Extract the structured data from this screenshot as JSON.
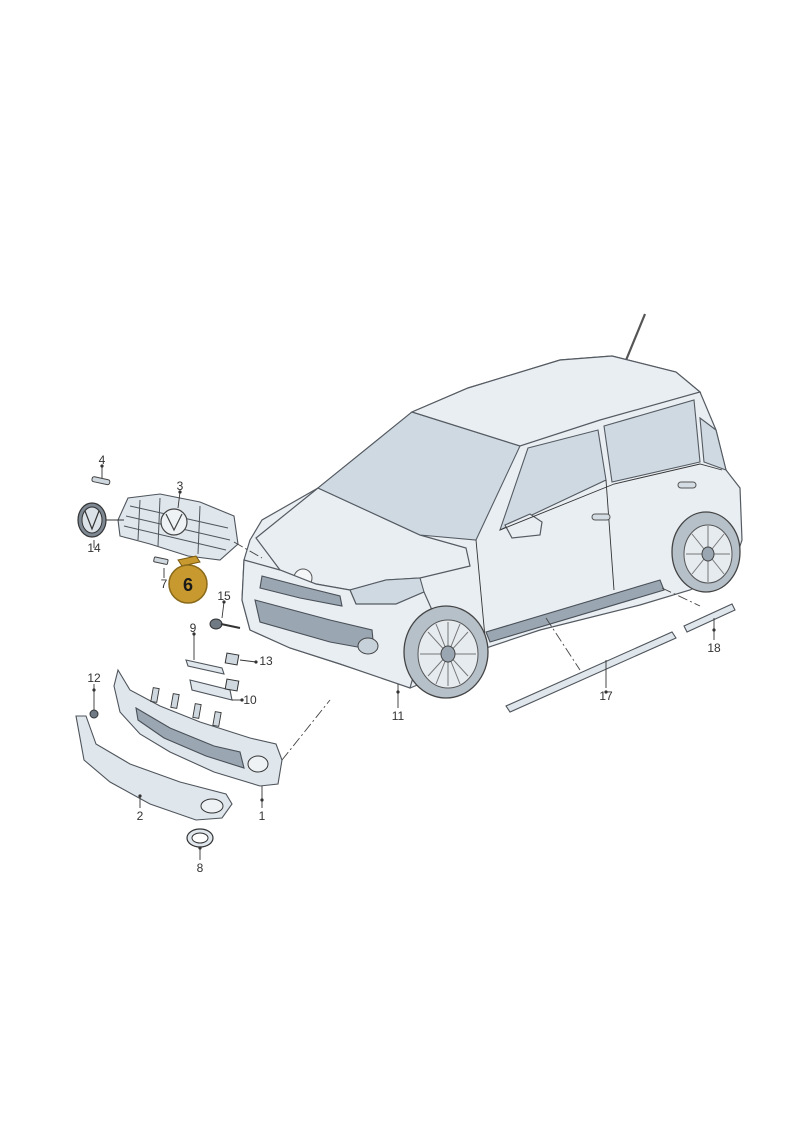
{
  "diagram": {
    "highlight_color": "#c7992e",
    "callouts": [
      {
        "id": "1",
        "label": "1"
      },
      {
        "id": "2",
        "label": "2"
      },
      {
        "id": "3",
        "label": "3"
      },
      {
        "id": "4",
        "label": "4"
      },
      {
        "id": "6",
        "label": "6"
      },
      {
        "id": "7",
        "label": "7"
      },
      {
        "id": "8",
        "label": "8"
      },
      {
        "id": "9",
        "label": "9"
      },
      {
        "id": "10",
        "label": "10"
      },
      {
        "id": "11",
        "label": "11"
      },
      {
        "id": "12",
        "label": "12"
      },
      {
        "id": "13",
        "label": "13"
      },
      {
        "id": "14",
        "label": "14"
      },
      {
        "id": "15",
        "label": "15"
      },
      {
        "id": "17",
        "label": "17"
      },
      {
        "id": "18",
        "label": "18"
      }
    ]
  }
}
